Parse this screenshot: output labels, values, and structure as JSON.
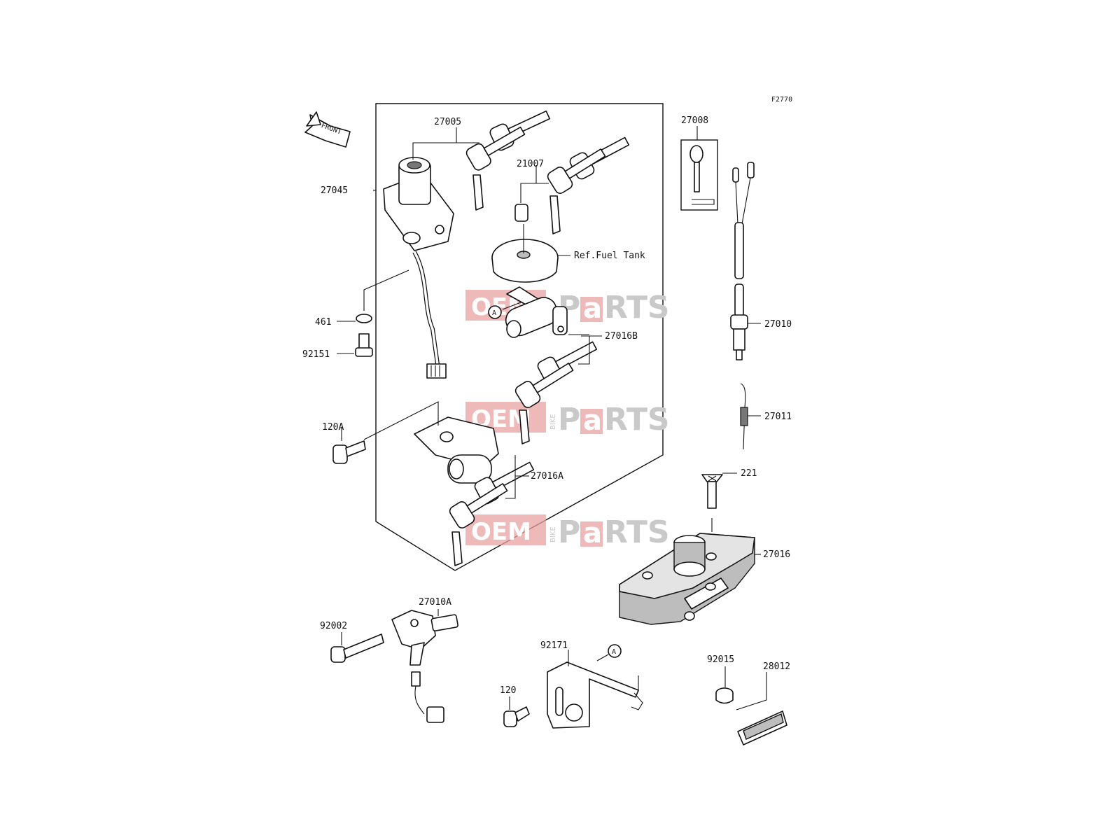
{
  "figure_code": "F2770",
  "front_label": "FRONT",
  "ref_note": "Ref.Fuel Tank",
  "callout_letter": "A",
  "watermark": {
    "oem": "OEM",
    "bike": "BIKE",
    "p": "P",
    "a": "a",
    "rts": "RTS",
    "color": "#e8a2a2"
  },
  "parts": [
    {
      "id": "p27005",
      "number": "27005"
    },
    {
      "id": "p21007",
      "number": "21007"
    },
    {
      "id": "p27008",
      "number": "27008"
    },
    {
      "id": "p27045",
      "number": "27045"
    },
    {
      "id": "p461",
      "number": "461"
    },
    {
      "id": "p92151",
      "number": "92151"
    },
    {
      "id": "p27016B",
      "number": "27016B"
    },
    {
      "id": "p27010",
      "number": "27010"
    },
    {
      "id": "p27011",
      "number": "27011"
    },
    {
      "id": "p120A",
      "number": "120A"
    },
    {
      "id": "p27016A",
      "number": "27016A"
    },
    {
      "id": "p221",
      "number": "221"
    },
    {
      "id": "p27016",
      "number": "27016"
    },
    {
      "id": "p27010A",
      "number": "27010A"
    },
    {
      "id": "p92002",
      "number": "92002"
    },
    {
      "id": "p92171",
      "number": "92171"
    },
    {
      "id": "p120",
      "number": "120"
    },
    {
      "id": "p92015",
      "number": "92015"
    },
    {
      "id": "p28012",
      "number": "28012"
    }
  ]
}
